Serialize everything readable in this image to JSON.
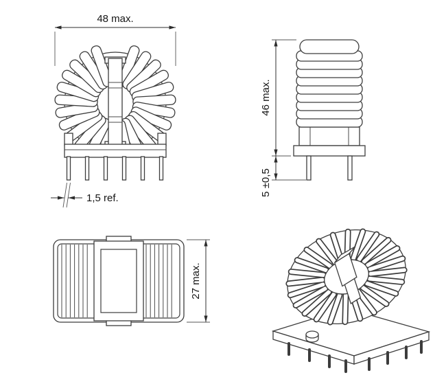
{
  "drawing": {
    "dimensions": {
      "width": "48 max.",
      "pin_width": "1,5 ref.",
      "height": "46 max.",
      "pin_protrusion": "5 ±0,5",
      "depth": "27 max."
    }
  }
}
